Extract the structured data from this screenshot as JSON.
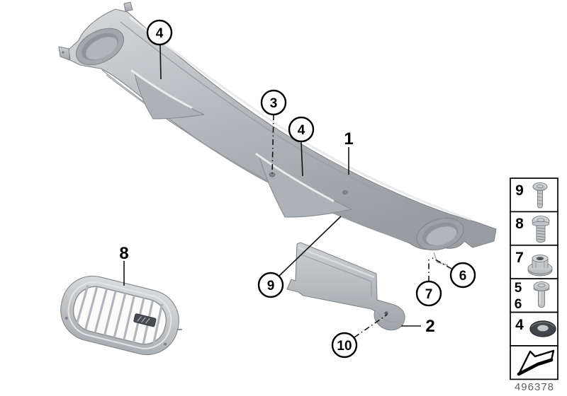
{
  "diagram": {
    "part_number": "496378",
    "callouts": [
      {
        "label": "4",
        "style": "circled",
        "target": "cowl-panel-upper"
      },
      {
        "label": "3",
        "style": "circled",
        "target": "cowl-panel-hole"
      },
      {
        "label": "4",
        "style": "circled",
        "target": "cowl-panel-mid"
      },
      {
        "label": "1",
        "style": "plain",
        "target": "cowl-panel"
      },
      {
        "label": "9",
        "style": "circled",
        "target": "cowl-panel-lower-edge"
      },
      {
        "label": "10",
        "style": "circled",
        "target": "bracket-rivet"
      },
      {
        "label": "2",
        "style": "plain",
        "target": "bracket"
      },
      {
        "label": "6",
        "style": "circled",
        "target": "cowl-panel-right-tab"
      },
      {
        "label": "7",
        "style": "circled",
        "target": "cowl-panel-right-cup"
      },
      {
        "label": "8",
        "style": "plain",
        "target": "kidney-grille"
      }
    ],
    "parts": [
      {
        "callout": "1",
        "name": "cowl-panel-trim"
      },
      {
        "callout": "2",
        "name": "bracket"
      },
      {
        "callout": "8",
        "name": "kidney-grille"
      }
    ],
    "legend": {
      "items": [
        {
          "number": "9",
          "icon": "pan-head-screw-long"
        },
        {
          "number": "8",
          "icon": "round-head-screw-threaded"
        },
        {
          "number": "7",
          "icon": "flange-nut"
        },
        {
          "number": "5",
          "number2": "6",
          "icon": "round-head-screw"
        },
        {
          "number": "4",
          "icon": "washer"
        },
        {
          "icon": "direction-of-travel-arrow"
        }
      ]
    },
    "colors": {
      "background": "#ffffff",
      "part_fill": "#b9bdc1",
      "part_highlight": "#d9dcdf",
      "part_shadow": "#8f9498",
      "washer_dark": "#414549",
      "outline": "#000000",
      "part_number_text": "#5f5f5f"
    }
  }
}
